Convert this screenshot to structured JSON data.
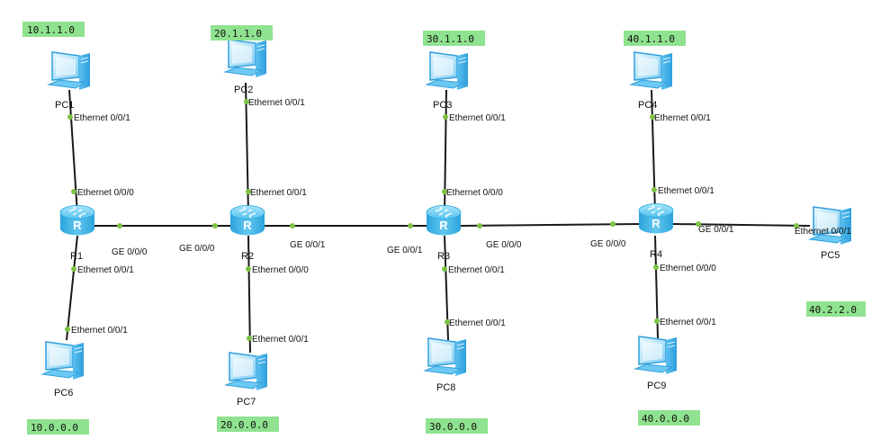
{
  "colors": {
    "link": "#1a1a1a",
    "port": "#7cc242",
    "net_label_bg": "#8fe28f",
    "router": "#3fb6e6",
    "pc": "#4fb4ee"
  },
  "devices": [
    {
      "id": "PC1",
      "type": "pc",
      "label": "PC1",
      "icon": "pc-icon"
    },
    {
      "id": "PC2",
      "type": "pc",
      "label": "PC2",
      "icon": "pc-icon"
    },
    {
      "id": "PC3",
      "type": "pc",
      "label": "PC3",
      "icon": "pc-icon"
    },
    {
      "id": "PC4",
      "type": "pc",
      "label": "PC4",
      "icon": "pc-icon"
    },
    {
      "id": "PC5",
      "type": "pc",
      "label": "PC5",
      "icon": "pc-icon"
    },
    {
      "id": "PC6",
      "type": "pc",
      "label": "PC6",
      "icon": "pc-icon"
    },
    {
      "id": "PC7",
      "type": "pc",
      "label": "PC7",
      "icon": "pc-icon"
    },
    {
      "id": "PC8",
      "type": "pc",
      "label": "PC8",
      "icon": "pc-icon"
    },
    {
      "id": "PC9",
      "type": "pc",
      "label": "PC9",
      "icon": "pc-icon"
    },
    {
      "id": "R1",
      "type": "router",
      "label": "R1",
      "icon": "router-icon"
    },
    {
      "id": "R2",
      "type": "router",
      "label": "R2",
      "icon": "router-icon"
    },
    {
      "id": "R3",
      "type": "router",
      "label": "R3",
      "icon": "router-icon"
    },
    {
      "id": "R4",
      "type": "router",
      "label": "R4",
      "icon": "router-icon"
    }
  ],
  "links": [
    {
      "from": "PC1",
      "to": "R1",
      "from_port": "Ethernet 0/0/1",
      "to_port": "Ethernet 0/0/0"
    },
    {
      "from": "PC6",
      "to": "R1",
      "from_port": "Ethernet 0/0/1",
      "to_port": "Ethernet 0/0/1"
    },
    {
      "from": "R1",
      "to": "R2",
      "from_port": "GE 0/0/0",
      "to_port": "GE 0/0/0"
    },
    {
      "from": "PC2",
      "to": "R2",
      "from_port": "Ethernet 0/0/1",
      "to_port": "Ethernet 0/0/1"
    },
    {
      "from": "PC7",
      "to": "R2",
      "from_port": "Ethernet 0/0/1",
      "to_port": "Ethernet 0/0/0"
    },
    {
      "from": "R2",
      "to": "R3",
      "from_port": "GE 0/0/1",
      "to_port": "GE 0/0/1"
    },
    {
      "from": "PC3",
      "to": "R3",
      "from_port": "Ethernet 0/0/1",
      "to_port": "Ethernet 0/0/0"
    },
    {
      "from": "PC8",
      "to": "R3",
      "from_port": "Ethernet 0/0/1",
      "to_port": "Ethernet 0/0/1"
    },
    {
      "from": "R3",
      "to": "R4",
      "from_port": "GE 0/0/0",
      "to_port": "GE 0/0/0"
    },
    {
      "from": "PC4",
      "to": "R4",
      "from_port": "Ethernet 0/0/1",
      "to_port": "Ethernet 0/0/1"
    },
    {
      "from": "PC9",
      "to": "R4",
      "from_port": "Ethernet 0/0/1",
      "to_port": "Ethernet 0/0/0"
    },
    {
      "from": "R4",
      "to": "PC5",
      "from_port": "GE 0/0/1",
      "to_port": "Ethernet 0/0/1"
    }
  ],
  "network_labels": [
    {
      "id": "net1",
      "text": "10.1.1.0"
    },
    {
      "id": "net2",
      "text": "20.1.1.0"
    },
    {
      "id": "net3",
      "text": "30.1.1.0"
    },
    {
      "id": "net4",
      "text": "40.1.1.0"
    },
    {
      "id": "net5",
      "text": "40.2.2.0"
    },
    {
      "id": "net6",
      "text": "10.0.0.0"
    },
    {
      "id": "net7",
      "text": "20.0.0.0"
    },
    {
      "id": "net8",
      "text": "30.0.0.0"
    },
    {
      "id": "net9",
      "text": "40.0.0.0"
    }
  ]
}
